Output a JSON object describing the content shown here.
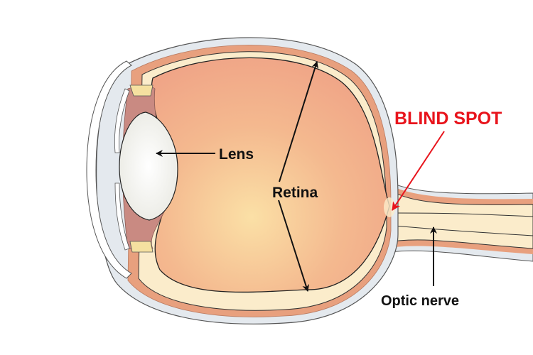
{
  "labels": {
    "lens": "Lens",
    "retina": "Retina",
    "blind_spot": "BLIND SPOT",
    "optic_nerve": "Optic nerve"
  },
  "colors": {
    "blind_spot": "#e8141c",
    "label": "#111111",
    "vitreous": "#f2a98a",
    "vitreous_center": "#fadba0",
    "choroid": "#e8a07e",
    "sclera": "#e4e9ee",
    "retina_layer": "#fbeccb"
  }
}
